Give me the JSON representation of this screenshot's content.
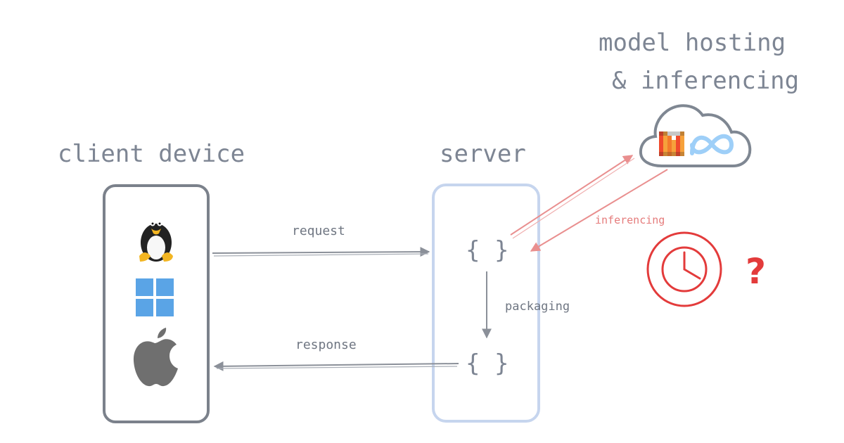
{
  "labels": {
    "client_title": "client device",
    "server_title": "server",
    "hosting_line1": "model hosting",
    "hosting_line2": "& inferencing",
    "request": "request",
    "response": "response",
    "packaging": "packaging",
    "inferencing": "inferencing",
    "question_mark": "?",
    "brace_top": "{ }",
    "brace_bottom": "{ }"
  },
  "icons": {
    "client_icons": [
      "linux-icon",
      "windows-icon",
      "apple-icon"
    ],
    "cloud_icons": [
      "mistral-logo",
      "meta-logo"
    ],
    "status_icon": "clock-icon"
  },
  "colors": {
    "client_border": "#7b818b",
    "server_border": "#c6d5ee",
    "text": "#7d8593",
    "arrow": "#8b9099",
    "inference_arrow": "#e98f8f",
    "alert_red": "#e33b3b",
    "windows_blue": "#5aa4e6",
    "apple_gray": "#6f6f6f",
    "meta_blue": "#9ecff8"
  }
}
